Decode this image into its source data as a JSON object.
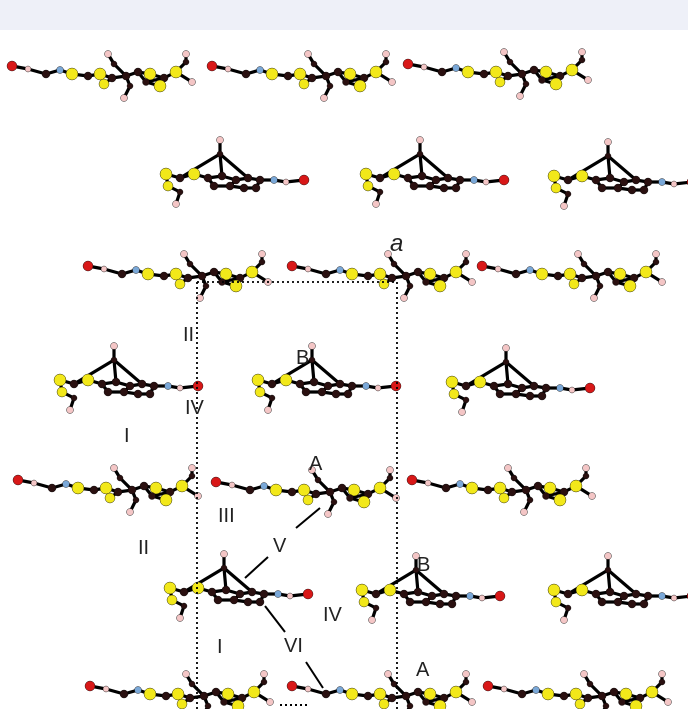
{
  "figure": {
    "axis_label": "a",
    "mol_labels": {
      "B1": "B",
      "A1": "A",
      "B2": "B",
      "A2": "A"
    },
    "contact_labels": {
      "II_a": "II",
      "IV_a": "IV",
      "I_a": "I",
      "III_a": "III",
      "II_b": "II",
      "V_a": "V",
      "IV_b": "IV",
      "I_b": "I",
      "VI_a": "VI"
    }
  },
  "colors": {
    "carbon": "#2a1010",
    "sulfur": "#f2e81a",
    "hydrogen": "#f4c6c6",
    "oxygen": "#d81818",
    "nitrogen": "#7aa8d8",
    "bond": "#000000",
    "background_bar": "#eef0f8"
  }
}
